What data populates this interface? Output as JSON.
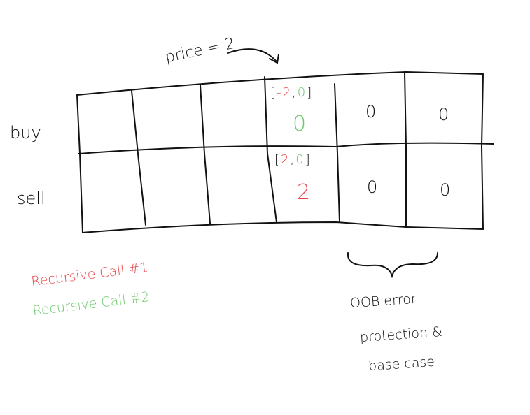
{
  "price_label": "price = 2",
  "rows": {
    "buy": "buy",
    "sell": "sell"
  },
  "active_cell": {
    "buy": {
      "open": "[",
      "first": "-2",
      "comma": ",",
      "second": "0",
      "close": "]",
      "value": "0"
    },
    "sell": {
      "open": "[",
      "first": "2",
      "comma": ",",
      "second": "0",
      "close": "]",
      "value": "2"
    }
  },
  "base_cells": {
    "buy": [
      "0",
      "0"
    ],
    "sell": [
      "0",
      "0"
    ]
  },
  "legend": {
    "call1": "Recursive Call #1",
    "call2": "Recursive Call #2"
  },
  "annotation": [
    "OOB error",
    "protection &",
    "base case"
  ],
  "colors": {
    "call1": "#e8474a",
    "call2": "#6cc86c",
    "ink": "#111111"
  }
}
